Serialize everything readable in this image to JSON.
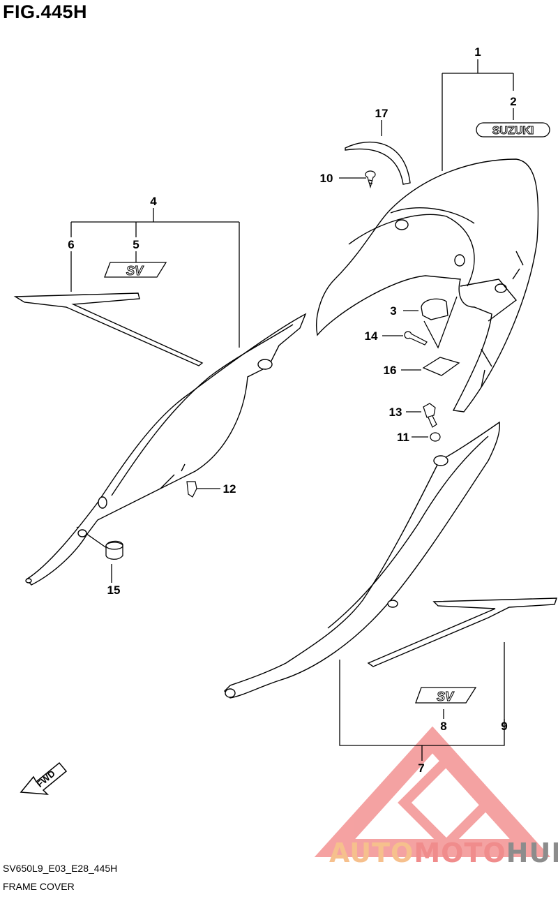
{
  "figure_title": "FIG.445H",
  "drawing_code": "SV650L9_E03_E28_445H",
  "caption": "FRAME COVER",
  "callouts": [
    "1",
    "2",
    "3",
    "4",
    "5",
    "6",
    "7",
    "8",
    "9",
    "10",
    "11",
    "12",
    "13",
    "14",
    "15",
    "16",
    "17"
  ],
  "emblem_text": "SUZUKI",
  "decal_text": "SV",
  "fwd_text": "FWD",
  "watermark": {
    "part1": "AUTO",
    "part2": "MOTO",
    "part3": "HUB"
  },
  "colors": {
    "watermark_orange": "#f6c08d",
    "watermark_red": "#f08c8c",
    "watermark_grey": "#8c8c8c"
  }
}
